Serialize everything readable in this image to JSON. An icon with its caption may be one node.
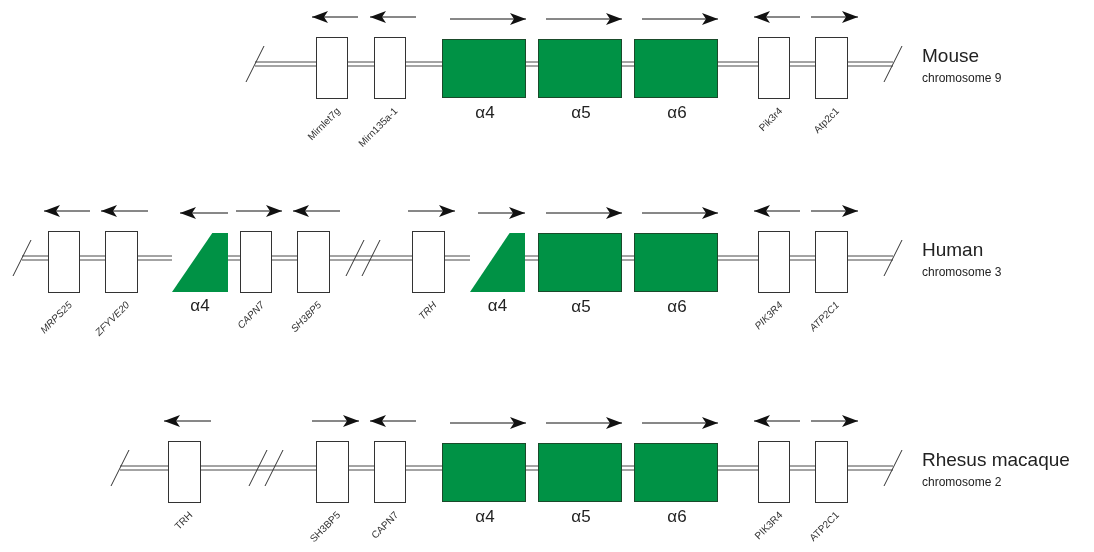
{
  "diagram": {
    "nodes": [
      {
        "text": [
          "Mirnlet7g"
        ]
      },
      {
        "text": [
          "Mirn135a-1"
        ]
      },
      {
        "text": [
          "α4"
        ]
      },
      {
        "text": [
          "α5"
        ]
      },
      {
        "text": [
          "α6"
        ]
      },
      {
        "text": [
          "Pik3r4"
        ]
      },
      {
        "text": [
          "Atp2c1"
        ]
      },
      {
        "text": [
          "MRPS25"
        ]
      },
      {
        "text": [
          "ZFYVE20"
        ]
      },
      {
        "text": [
          "α4"
        ]
      },
      {
        "text": [
          "CAPN7"
        ]
      },
      {
        "text": [
          "SH3BP5"
        ]
      },
      {
        "text": [
          "TRH"
        ]
      },
      {
        "text": [
          "α4"
        ]
      },
      {
        "text": [
          "α5"
        ]
      },
      {
        "text": [
          "α6"
        ]
      },
      {
        "text": [
          "PIK3R4"
        ]
      },
      {
        "text": [
          "ATP2C1"
        ]
      },
      {
        "text": [
          "TRH"
        ]
      },
      {
        "text": [
          "SH3BP5"
        ]
      },
      {
        "text": [
          "CAPN7"
        ]
      },
      {
        "text": [
          "α4"
        ]
      },
      {
        "text": [
          "α5"
        ]
      },
      {
        "text": [
          "α6"
        ]
      },
      {
        "text": [
          "PIK3R4"
        ]
      },
      {
        "text": [
          "ATP2C1"
        ]
      }
    ],
    "edges": [
      {
        "from": null,
        "to": 0,
        "arrow": "none"
      },
      {
        "from": 0,
        "to": 1,
        "arrow": "none"
      },
      {
        "from": 1,
        "to": 2,
        "arrow": "none"
      },
      {
        "from": 2,
        "to": 3,
        "arrow": "none"
      },
      {
        "from": 3,
        "to": 4,
        "arrow": "none"
      },
      {
        "from": 4,
        "to": 5,
        "arrow": "none"
      },
      {
        "from": 5,
        "to": 6,
        "arrow": "none"
      },
      {
        "from": 6,
        "to": null,
        "arrow": "none"
      },
      {
        "from": null,
        "to": 7,
        "arrow": "none"
      },
      {
        "from": 7,
        "to": 8,
        "arrow": "none"
      },
      {
        "from": 8,
        "to": 9,
        "arrow": "none"
      },
      {
        "from": 9,
        "to": 10,
        "arrow": "none"
      },
      {
        "from": 10,
        "to": 11,
        "arrow": "none"
      },
      {
        "from": 11,
        "to": 12,
        "arrow": "none"
      },
      {
        "from": 12,
        "to": 13,
        "arrow": "none"
      },
      {
        "from": 13,
        "to": 14,
        "arrow": "none"
      },
      {
        "from": 14,
        "to": 15,
        "arrow": "none"
      },
      {
        "from": 15,
        "to": 16,
        "arrow": "none"
      },
      {
        "from": 16,
        "to": 17,
        "arrow": "none"
      },
      {
        "from": 17,
        "to": null,
        "arrow": "none"
      },
      {
        "from": null,
        "to": 18,
        "arrow": "none"
      },
      {
        "from": 18,
        "to": 19,
        "arrow": "none"
      },
      {
        "from": 19,
        "to": 20,
        "arrow": "none"
      },
      {
        "from": 20,
        "to": 21,
        "arrow": "none"
      },
      {
        "from": 21,
        "to": 22,
        "arrow": "none"
      },
      {
        "from": 22,
        "to": 23,
        "arrow": "none"
      },
      {
        "from": 23,
        "to": 24,
        "arrow": "none"
      },
      {
        "from": 24,
        "to": 25,
        "arrow": "none"
      },
      {
        "from": 25,
        "to": null,
        "arrow": "none"
      }
    ],
    "labels": [
      "Mouse",
      "chromosome 9",
      "Human",
      "chromosome 3",
      "Rhesus macaque",
      "chromosome 2"
    ]
  }
}
